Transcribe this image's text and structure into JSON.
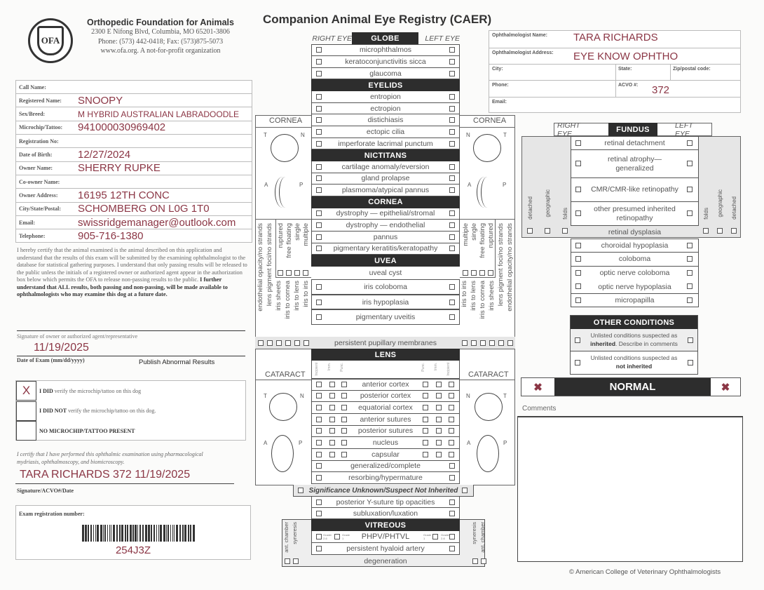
{
  "org": {
    "name": "Orthopedic Foundation for Animals",
    "address": "2300 E Nifong Blvd, Columbia, MO 65201-3806",
    "phone": "Phone: (573) 442-0418; Fax: (573)875-5073",
    "web": "www.ofa.org. A not-for-profit organization",
    "logo_text": "OFA"
  },
  "title": "Companion Animal Eye Registry (CAER)",
  "owner_fields": [
    {
      "label": "Call Name:",
      "value": ""
    },
    {
      "label": "Registered Name:",
      "value": "SNOOPY"
    },
    {
      "label": "Sex/Breed:",
      "value": "M HYBRID AUSTRALIAN LABRADOODLE"
    },
    {
      "label": "Microchip/Tattoo:",
      "value": "941000030969402"
    },
    {
      "label": "Registration No:",
      "value": ""
    },
    {
      "label": "Date of Birth:",
      "value": "12/27/2024"
    },
    {
      "label": "Owner Name:",
      "value": "SHERRY RUPKE"
    },
    {
      "label": "Co-owner Name:",
      "value": ""
    },
    {
      "label": "Owner Address:",
      "value": "16195 12TH CONC"
    },
    {
      "label": "City/State/Postal:",
      "value": "SCHOMBERG ON L0G 1T0"
    },
    {
      "label": "Email:",
      "value": "swissridgemanager@outlook.com"
    },
    {
      "label": "Telephone:",
      "value": "905-716-1380"
    }
  ],
  "certification": {
    "text": "I hereby certify that the animal examined is the animal described on this application and understand that the results of this exam will be submitted by the examining ophthalmologist to the database for statistical gathering purposes. I understand that only passing results will be released to the public unless the initials of a registered owner or authorized agent appear in the authorization box below which permits the OFA to release non-passing results to the public. ",
    "bold": "I further understand that ALL results, both passing and non-passing, will be made available to ophthalmologists who may examine this dog at a future date.",
    "signature_label": "Signature of owner or authorized agent/representative",
    "exam_date": "11/19/2025",
    "exam_date_label": "Date of Exam (mm/dd/yyyy)",
    "publish_label": "Publish Abnormal Results"
  },
  "verification": [
    {
      "mark": "X",
      "bold": "I DID",
      "text": " verify the microchip/tattoo on this dog"
    },
    {
      "mark": "",
      "bold": "I DID NOT",
      "text": " verify the microchip/tattoo on this dog."
    },
    {
      "mark": "",
      "bold": "NO MICROCHIP/TATTOO PRESENT",
      "text": ""
    }
  ],
  "exam_cert": {
    "text": "I certify that I have performed this ophthalmic examination using pharmacological mydriasis, ophthalmoscopy, and biomicroscopy.",
    "signature": "TARA RICHARDS 372 11/19/2025",
    "signature_label": "Signature/ACVO#/Date"
  },
  "exam_registration": {
    "label": "Exam registration number:",
    "number": "254J3Z"
  },
  "ophthalmologist": {
    "name_label": "Ophthalmologist Name:",
    "name": "TARA RICHARDS",
    "address_label": "Ophthalmologist Address:",
    "address": "EYE KNOW OPHTHO",
    "city_label": "City:",
    "state_label": "State:",
    "zip_label": "Zip/postal code:",
    "phone_label": "Phone:",
    "acvo_label": "ACVO #:",
    "acvo": "372",
    "email_label": "Email:"
  },
  "eye_labels": {
    "right": "RIGHT EYE",
    "left": "LEFT EYE"
  },
  "sections": {
    "globe": {
      "title": "GLOBE",
      "items": [
        "microphthalmos",
        "keratoconjunctivitis sicca",
        "glaucoma"
      ]
    },
    "eyelids": {
      "title": "EYELIDS",
      "items": [
        "entropion",
        "ectropion",
        "distichiasis",
        "ectopic cilia",
        "imperforate lacrimal punctum"
      ]
    },
    "nictitans": {
      "title": "NICTITANS",
      "items": [
        "cartilage anomaly/eversion",
        "gland prolapse",
        "plasmoma/atypical pannus"
      ]
    },
    "cornea": {
      "title": "CORNEA",
      "items": [
        "dystrophy — epithelial/stromal",
        "dystrophy — endothelial",
        "pannus",
        "pigmentary keratitis/keratopathy"
      ]
    },
    "uvea": {
      "title": "UVEA",
      "items": [
        "uveal cyst",
        "iris coloboma",
        "iris hypoplasia",
        "pigmentary uveitis",
        "persistent pupillary membranes"
      ],
      "cyst_types": [
        "ruptured",
        "free floating",
        "single",
        "multiple"
      ],
      "ppm_types": [
        "endothelial opacity/no strands",
        "lens pigment foci/no strands",
        "iris sheets",
        "iris to cornea",
        "iris to lens",
        "iris to iris"
      ]
    },
    "lens": {
      "title": "LENS",
      "grades": [
        "Incipient",
        "Imm.",
        "Punc."
      ],
      "grades_right": [
        "Punc.",
        "Imm.",
        "Incipient"
      ],
      "items": [
        "anterior cortex",
        "posterior cortex",
        "equatorial cortex",
        "anterior sutures",
        "posterior sutures",
        "nucleus",
        "capsular",
        "generalized/complete",
        "resorbing/hypermature"
      ],
      "significance": "Significance Unknown/Suspect Not Inherited",
      "extra": [
        "posterior Y-suture tip opacities",
        "subluxation/luxation"
      ]
    },
    "vitreous": {
      "title": "VITREOUS",
      "phpv": "PHPV/PHTVL",
      "grade_a": "Grades 2-6",
      "grade_b": "Grade 1",
      "items": [
        "persistent hyaloid artery",
        "degeneration"
      ],
      "side": [
        "ant. chamber",
        "syneresis"
      ]
    },
    "fundus": {
      "title": "FUNDUS",
      "items": [
        "retinal detachment",
        "retinal atrophy— generalized",
        "CMR/CMR-like retinopathy",
        "other presumed inherited retinopathy",
        "retinal dysplasia"
      ],
      "dysplasia_types": [
        "detached",
        "geographic",
        "folds"
      ],
      "more": [
        "choroidal hypoplasia",
        "coloboma",
        "optic nerve coloboma",
        "optic nerve hypoplasia",
        "micropapilla"
      ]
    },
    "other": {
      "title": "OTHER CONDITIONS",
      "inherited_a": "Unlisted conditions suspected as ",
      "inherited_b": "inherited",
      "inherited_c": ". Describe in comments",
      "not_a": "Unlisted conditions suspected as ",
      "not_b": "not inherited"
    }
  },
  "diagrams": {
    "cornea": "CORNEA",
    "cataract": "CATARACT",
    "t": "T",
    "n": "N",
    "a": "A",
    "p": "P"
  },
  "normal": {
    "label": "NORMAL",
    "right_marked": true,
    "left_marked": true
  },
  "comments_label": "Comments",
  "copyright": "© American College of Veterinary Ophthalmologists",
  "colors": {
    "fill_ink": "#8b3645",
    "header_bg": "#2d2d2d"
  }
}
